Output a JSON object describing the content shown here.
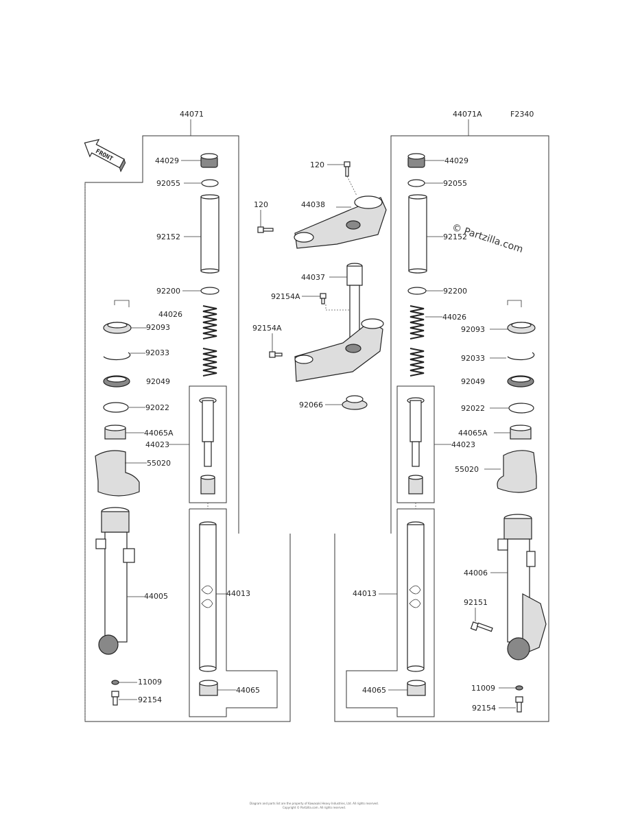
{
  "diagram": {
    "code": "F2340",
    "assemblies": {
      "left": "44071",
      "right": "44071A"
    },
    "front_label": "FRONT",
    "watermark": "© Partzilla.com",
    "footer_line1": "Diagram and parts list are the property of Kawasaki Heavy Industries, Ltd. All rights reserved.",
    "footer_line2": "Copyright © Partzilla.com. All rights reserved.",
    "labels": {
      "l_44029": "44029",
      "l_92055": "92055",
      "l_92152": "92152",
      "l_92200": "92200",
      "l_44026": "44026",
      "l_92093": "92093",
      "l_92033": "92033",
      "l_92049": "92049",
      "l_92022": "92022",
      "l_44065A": "44065A",
      "l_44023": "44023",
      "l_55020": "55020",
      "l_44005": "44005",
      "l_44013": "44013",
      "l_11009": "11009",
      "l_92154": "92154",
      "l_44065": "44065",
      "c_120a": "120",
      "c_120b": "120",
      "c_44038": "44038",
      "c_44037": "44037",
      "c_92154Aa": "92154A",
      "c_92154Ab": "92154A",
      "c_92066": "92066",
      "r_44029": "44029",
      "r_92055": "92055",
      "r_92152": "92152",
      "r_92200": "92200",
      "r_44026": "44026",
      "r_92093": "92093",
      "r_92033": "92033",
      "r_92049": "92049",
      "r_92022": "92022",
      "r_44065A": "44065A",
      "r_44023": "44023",
      "r_55020": "55020",
      "r_44006": "44006",
      "r_44013": "44013",
      "r_92151": "92151",
      "r_11009": "11009",
      "r_92154": "92154",
      "r_44065": "44065"
    }
  }
}
